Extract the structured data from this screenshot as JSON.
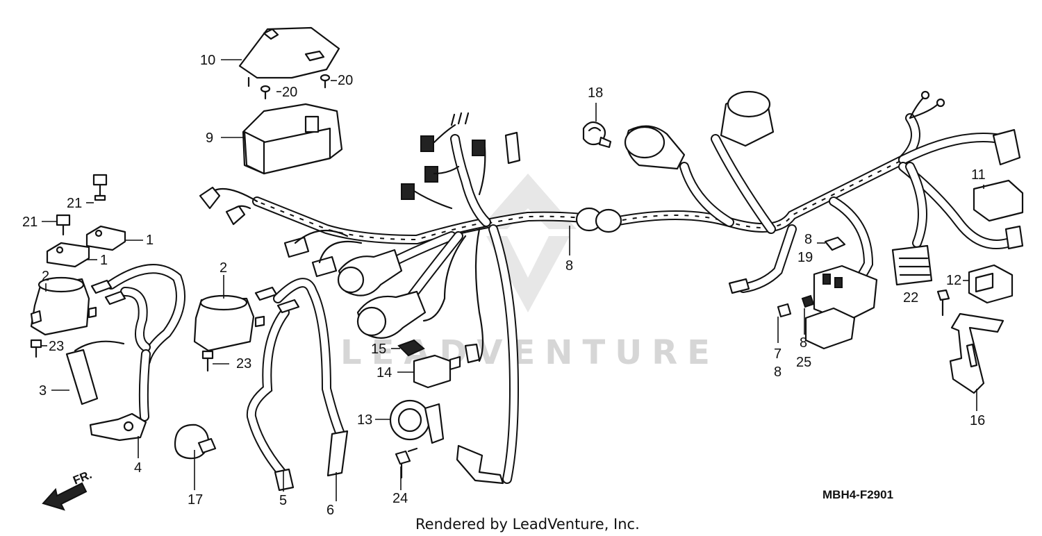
{
  "diagram_code": "MBH4-F2901",
  "credit": "Rendered by LeadVenture, Inc.",
  "watermark": "LEADVENTURE",
  "front_indicator": "FR.",
  "callouts": {
    "c1a": "1",
    "c1b": "1",
    "c2a": "2",
    "c2b": "2",
    "c3": "3",
    "c4": "4",
    "c5": "5",
    "c6": "6",
    "c7": "7",
    "c8a": "8",
    "c8b": "8",
    "c8c": "8",
    "c8d": "8",
    "c9": "9",
    "c10": "10",
    "c11": "11",
    "c12": "12",
    "c13": "13",
    "c14": "14",
    "c15": "15",
    "c16": "16",
    "c17": "17",
    "c18": "18",
    "c19": "19",
    "c20a": "20",
    "c20b": "20",
    "c21a": "21",
    "c21b": "21",
    "c22": "22",
    "c23a": "23",
    "c23b": "23",
    "c24": "24",
    "c25": "25"
  },
  "colors": {
    "ink": "#111111",
    "watermark": "#d6d6d6",
    "background": "#ffffff"
  }
}
